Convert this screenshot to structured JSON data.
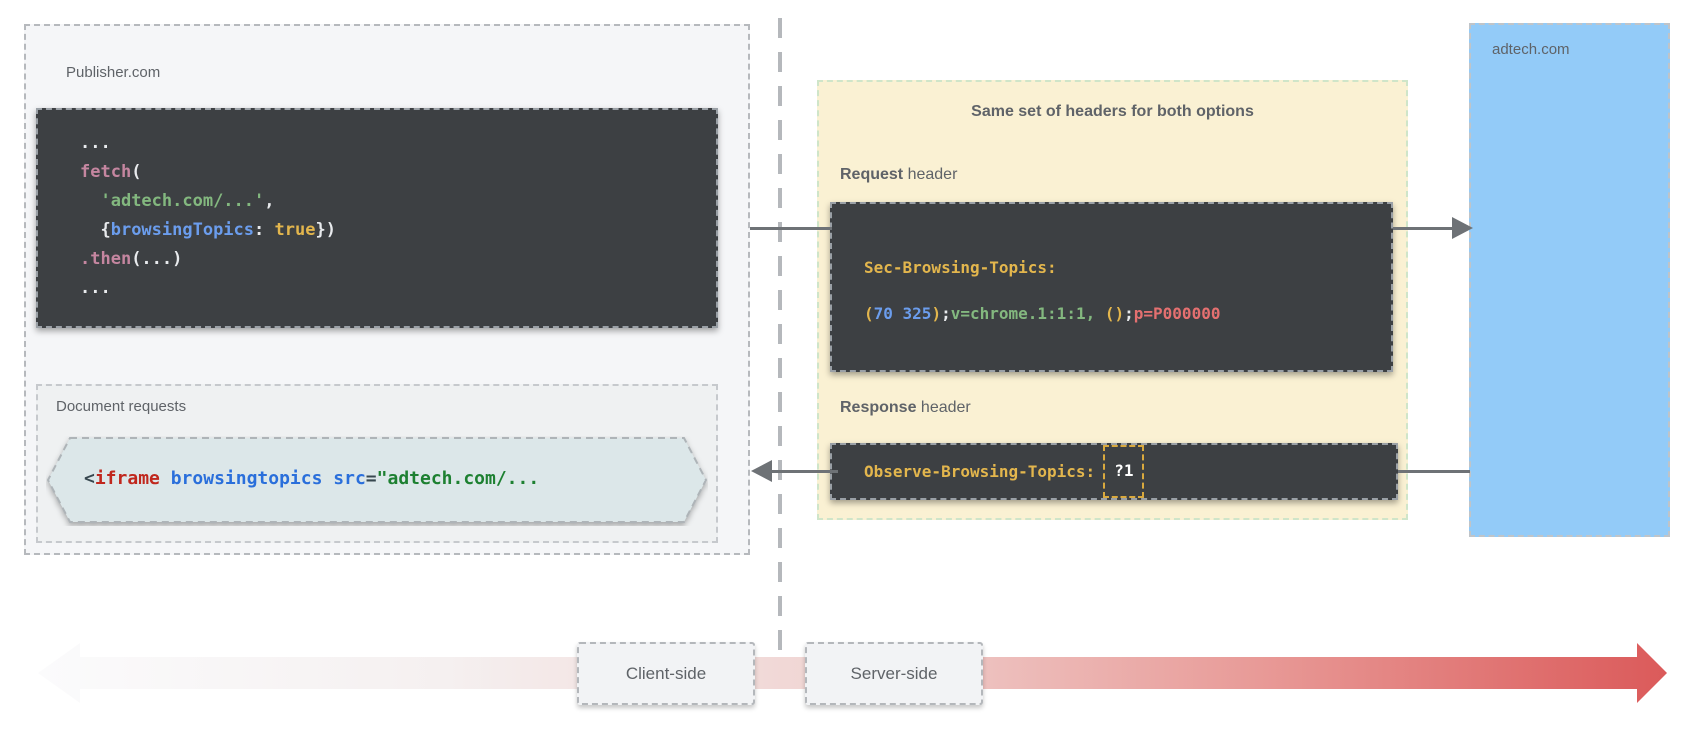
{
  "publisher": {
    "label": "Publisher.com",
    "code_lines": [
      [
        {
          "t": "...",
          "c": "white"
        }
      ],
      [
        {
          "t": "fetch",
          "c": "pink"
        },
        {
          "t": "(",
          "c": "white"
        }
      ],
      [
        {
          "t": "  ",
          "c": "white"
        },
        {
          "t": "'adtech.com/...'",
          "c": "green"
        },
        {
          "t": ",",
          "c": "white"
        }
      ],
      [
        {
          "t": "  {",
          "c": "white"
        },
        {
          "t": "browsingTopics",
          "c": "blue"
        },
        {
          "t": ": ",
          "c": "white"
        },
        {
          "t": "true",
          "c": "amber"
        },
        {
          "t": "})",
          "c": "white"
        }
      ],
      [
        {
          "t": ".then",
          "c": "pink"
        },
        {
          "t": "(...)",
          "c": "white"
        }
      ],
      [
        {
          "t": "...",
          "c": "white"
        }
      ]
    ],
    "document_requests": {
      "label": "Document requests",
      "code": [
        {
          "t": "<",
          "c": "dark"
        },
        {
          "t": "iframe",
          "c": "red"
        },
        {
          "t": " ",
          "c": "dark"
        },
        {
          "t": "browsingtopics",
          "c": "lblue"
        },
        {
          "t": " ",
          "c": "dark"
        },
        {
          "t": "src",
          "c": "lblue"
        },
        {
          "t": "=",
          "c": "dark"
        },
        {
          "t": "\"adtech.com/...",
          "c": "lgreen"
        }
      ]
    }
  },
  "headers_panel": {
    "title": "Same set of headers for both options",
    "request_label_bold": "Request",
    "request_label_rest": " header",
    "request_header_name": "Sec-Browsing-Topics:",
    "request_header_value": [
      {
        "t": "(",
        "c": "amber"
      },
      {
        "t": "70 325",
        "c": "blue"
      },
      {
        "t": ")",
        "c": "amber"
      },
      {
        "t": ";",
        "c": "white"
      },
      {
        "t": "v=chrome.1:1:1,",
        "c": "green"
      },
      {
        "t": " ",
        "c": "white"
      },
      {
        "t": "()",
        "c": "amber"
      },
      {
        "t": ";",
        "c": "white"
      },
      {
        "t": "p=P000000",
        "c": "salmon"
      }
    ],
    "response_label_bold": "Response",
    "response_label_rest": " header",
    "response_header_name": "Observe-Browsing-Topics:",
    "response_header_value": "?1"
  },
  "adtech": {
    "label": "adtech.com"
  },
  "timeline": {
    "client": "Client-side",
    "server": "Server-side"
  },
  "colors": {
    "dark_block": "#3d4043",
    "yellow_panel": "#faf1d3",
    "blue_panel": "#93cbf8",
    "code_amber": "#e3b64d",
    "code_blue": "#6b9ded",
    "code_green": "#83b87f",
    "code_salmon": "#e47070",
    "code_pink": "#c586a0",
    "arrow_gray": "#6e7276",
    "timeline_red": "#db5a5a"
  }
}
